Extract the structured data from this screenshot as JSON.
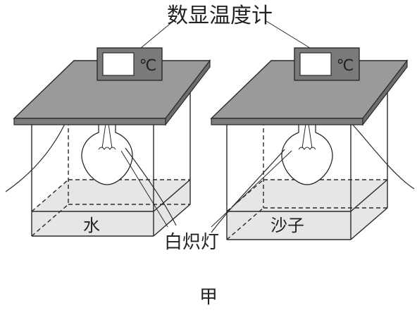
{
  "labels": {
    "thermometer": "数显温度计",
    "lamp": "白炽灯",
    "water": "水",
    "sand": "沙子",
    "caption": "甲"
  },
  "thermometer_unit": "℃",
  "colors": {
    "lid": "#9a9a9a",
    "display_housing": "#7a7a7a",
    "liquid_fill": "#e6e6e6",
    "line": "#2a2a2a"
  }
}
